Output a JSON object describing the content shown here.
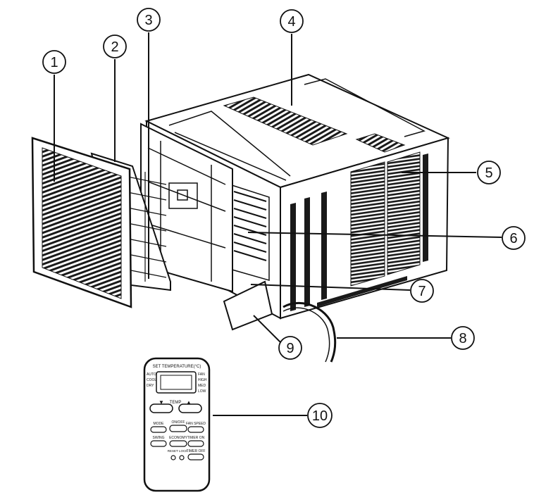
{
  "callouts": [
    {
      "label": "1"
    },
    {
      "label": "2"
    },
    {
      "label": "3"
    },
    {
      "label": "4"
    },
    {
      "label": "5"
    },
    {
      "label": "6"
    },
    {
      "label": "7"
    },
    {
      "label": "8"
    },
    {
      "label": "9"
    },
    {
      "label": "10"
    }
  ],
  "remote": {
    "header": "SET TEMPERATURE(°C)",
    "modes_left": [
      "AUTO",
      "COOL",
      "DRY"
    ],
    "modes_right": [
      "FAN",
      "HIGH",
      "MED",
      "LOW"
    ],
    "temp_label": "TEMP",
    "buttons": {
      "mode": "MODE",
      "on_off": "ON/OFF",
      "fan_speed": "FAN SPEED",
      "swing": "SWING",
      "economy": "ECONOMY",
      "timer_on": "TIMER ON",
      "reset_lock": "RESET LOCK",
      "timer_off": "TIMER OFF"
    }
  }
}
